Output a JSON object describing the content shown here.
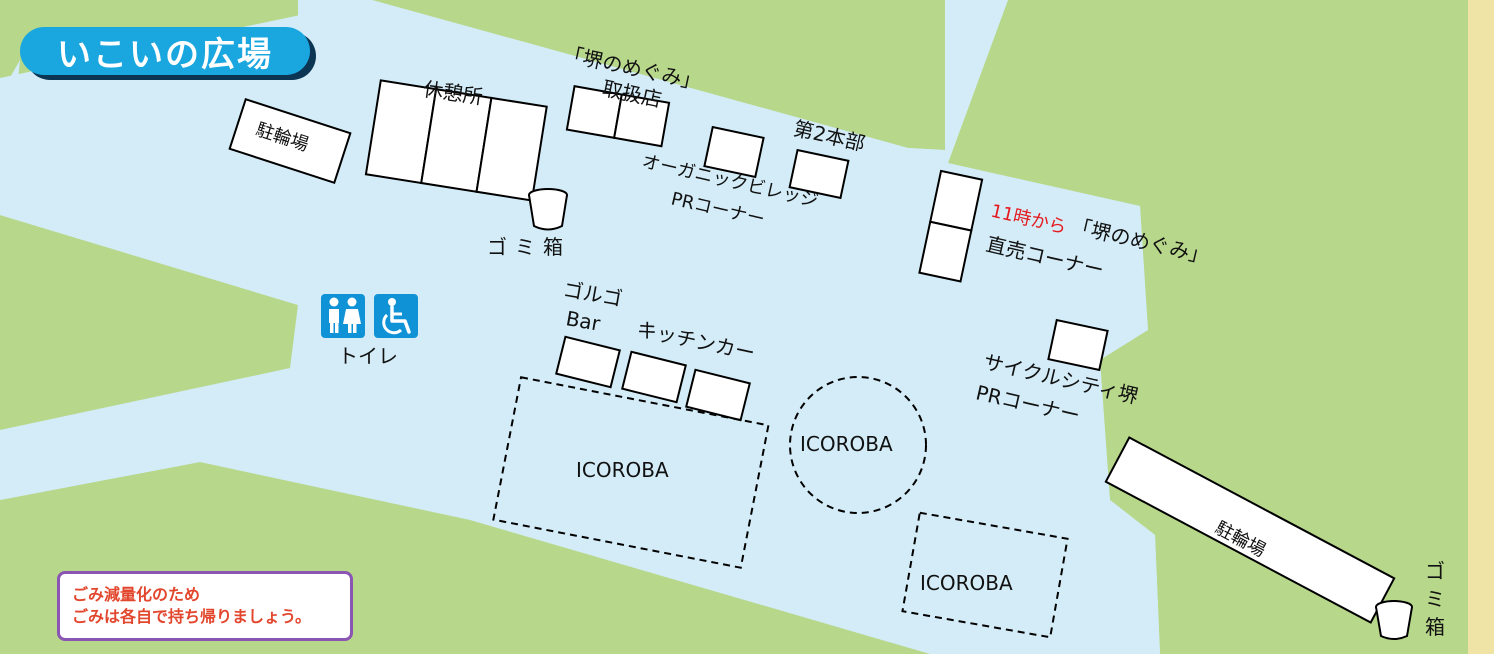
{
  "title": "いこいの広場",
  "colors": {
    "grass": "#b7d78a",
    "path": "#d3ecf7",
    "background": "#f0e3a6",
    "title_pill": "#1aa7e0",
    "title_shadow": "#0b3553",
    "notice_border": "#8a55b3",
    "notice_text": "#e2462d",
    "highlight_text": "#e5191e",
    "toilet_icon": "#0f92d6"
  },
  "labels": {
    "bike_parking_left": "駐輪場",
    "rest_area": "休憩所",
    "megumi_shop_line1": "「堺のめぐみ」",
    "megumi_shop_line2": "取扱店",
    "organic_line1": "オーガニックビレッジ",
    "organic_line2": "PRコーナー",
    "hq2": "第2本部",
    "trash_left": "ゴミ箱",
    "direct_sale_time": "11時から",
    "direct_sale_line1": "「堺のめぐみ」",
    "direct_sale_line2": "直売コーナー",
    "golgo_line1": "ゴルゴ",
    "golgo_line2": "Bar",
    "kitchen_car": "キッチンカー",
    "toilet": "トイレ",
    "cycle_line1": "サイクルシティ堺",
    "cycle_line2": "PRコーナー",
    "icoroba_big": "ICOROBA",
    "icoroba_circle": "ICOROBA",
    "icoroba_small": "ICOROBA",
    "bike_parking_right": "駐輪場",
    "trash_right_1": "ゴ",
    "trash_right_2": "ミ",
    "trash_right_3": "箱"
  },
  "notice": {
    "line1": "ごみ減量化のため",
    "line2": "ごみは各自で持ち帰りましょう。"
  },
  "icons": [
    "restroom-icon",
    "wheelchair-icon",
    "trash-can-icon"
  ]
}
